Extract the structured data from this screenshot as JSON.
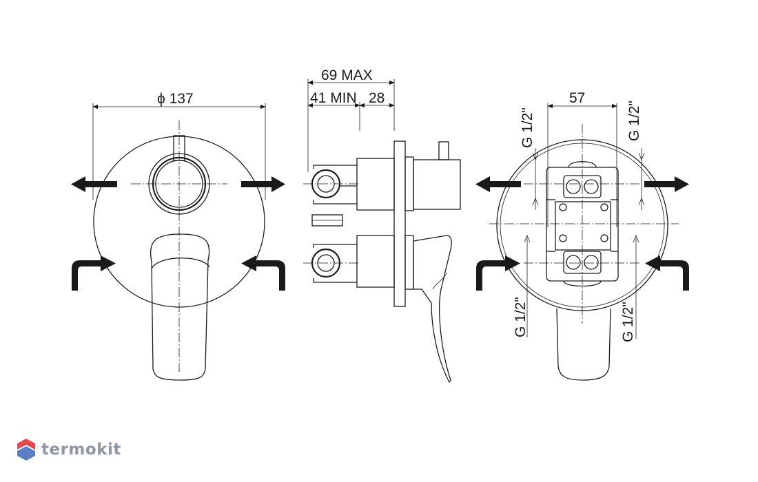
{
  "dimensions": {
    "diameter": "ϕ 137",
    "depth_max": "69 MAX",
    "depth_min": "41 MIN",
    "depth_28": "28",
    "spacing": "57",
    "thread_top_left": "G 1/2\"",
    "thread_top_right": "G 1/2\"",
    "thread_bottom_left": "G 1/2\"",
    "thread_bottom_right": "G 1/2\""
  },
  "watermark": {
    "text": "termokit"
  },
  "colors": {
    "line": "#1a1a1a",
    "logo_red": "#e24b4b",
    "logo_blue": "#5b7fc4",
    "logo_text": "#8f96a1"
  }
}
